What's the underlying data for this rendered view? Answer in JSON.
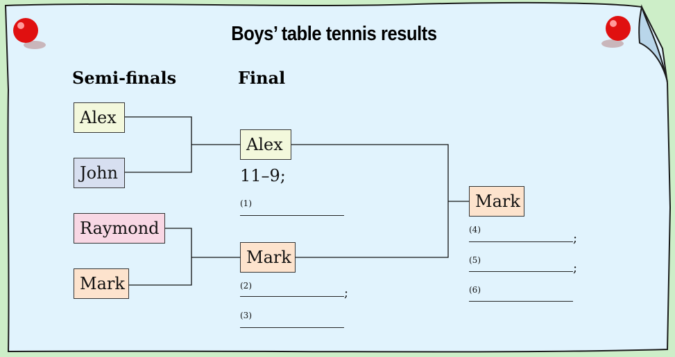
{
  "title": "Boys’ table tennis results",
  "columns": {
    "semi": "Semi-finals",
    "final": "Final"
  },
  "semifinal_players": [
    {
      "name": "Alex",
      "color": "#f3f8dc"
    },
    {
      "name": "John",
      "color": "#d7dff0"
    },
    {
      "name": "Raymond",
      "color": "#f8d7e4"
    },
    {
      "name": "Mark",
      "color": "#fde3cd"
    }
  ],
  "final_players": [
    {
      "name": "Alex",
      "color": "#f3f8dc"
    },
    {
      "name": "Mark",
      "color": "#fde3cd"
    }
  ],
  "winner": {
    "name": "Mark",
    "color": "#fde3cd"
  },
  "scores": {
    "alex_score": "11–9;",
    "blanks": [
      {
        "num": "(1)",
        "suffix": ""
      },
      {
        "num": "(2)",
        "suffix": ";"
      },
      {
        "num": "(3)",
        "suffix": ""
      },
      {
        "num": "(4)",
        "suffix": ";"
      },
      {
        "num": "(5)",
        "suffix": ";"
      },
      {
        "num": "(6)",
        "suffix": ""
      }
    ]
  },
  "colors": {
    "poster": "#e1f3fd",
    "background": "#cdeec8",
    "pin": "#e01010"
  }
}
